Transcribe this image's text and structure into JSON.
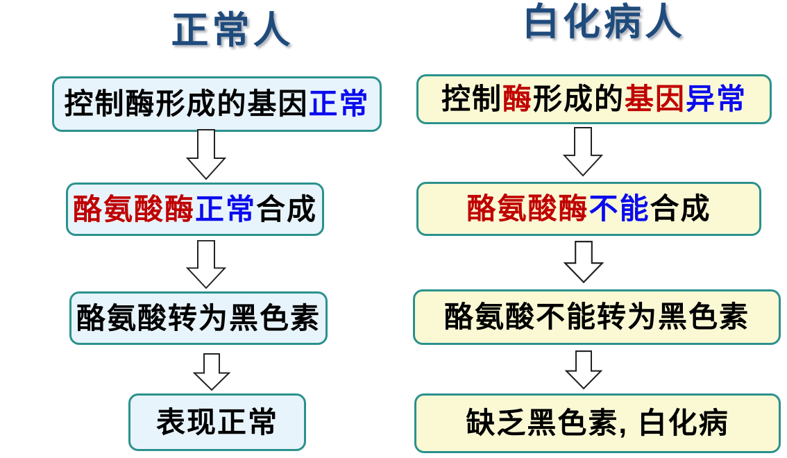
{
  "page": {
    "background": "#FFFFFF"
  },
  "colors": {
    "title_navy": "#1F4B7C",
    "text_black": "#000000",
    "text_red": "#C00000",
    "text_blue": "#0B0BEE",
    "box_border_teal": "#2B918D",
    "normal_box_fill_lightblue": "#E8F4FB",
    "albino_box_fill_lightyellow": "#FAF9D4",
    "arrow_fill": "#FFFFFF",
    "arrow_outline": "#222222"
  },
  "columns": [
    {
      "id": "normal-person",
      "title": "正常人",
      "boxes": [
        {
          "segments": [
            {
              "text": "控制酶形成的基因",
              "color": "black"
            },
            {
              "text": "正常",
              "color": "blue"
            }
          ]
        },
        {
          "segments": [
            {
              "text": "酪氨酸酶",
              "color": "red"
            },
            {
              "text": "正常",
              "color": "blue"
            },
            {
              "text": "合成",
              "color": "black"
            }
          ]
        },
        {
          "segments": [
            {
              "text": "酪氨酸转为黑色素",
              "color": "black"
            }
          ]
        },
        {
          "segments": [
            {
              "text": "表现正常",
              "color": "black"
            }
          ]
        }
      ]
    },
    {
      "id": "albino-person",
      "title": "白化病人",
      "boxes": [
        {
          "segments": [
            {
              "text": "控制",
              "color": "black"
            },
            {
              "text": "酶",
              "color": "red"
            },
            {
              "text": "形成的",
              "color": "black"
            },
            {
              "text": "基因",
              "color": "red"
            },
            {
              "text": "异常",
              "color": "blue"
            }
          ]
        },
        {
          "segments": [
            {
              "text": "酪氨酸酶",
              "color": "red"
            },
            {
              "text": "不能",
              "color": "blue"
            },
            {
              "text": "合成",
              "color": "black"
            }
          ]
        },
        {
          "segments": [
            {
              "text": "酪氨酸不能转为黑色素",
              "color": "black"
            }
          ]
        },
        {
          "segments": [
            {
              "text": "缺乏黑色素, 白化病",
              "color": "black"
            }
          ]
        }
      ]
    }
  ]
}
